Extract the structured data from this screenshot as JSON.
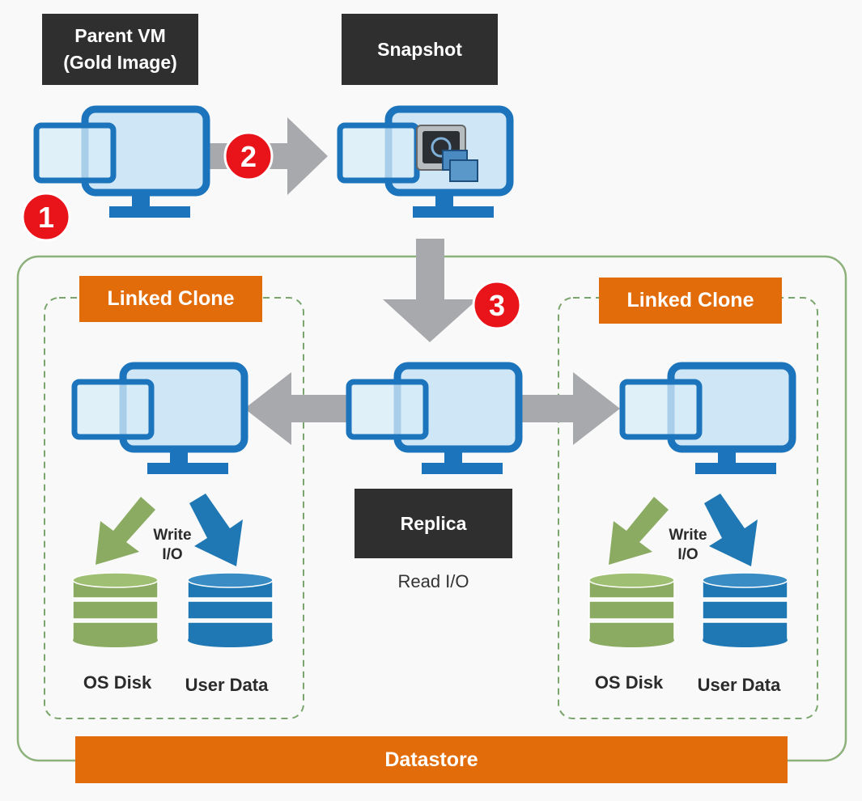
{
  "labels": {
    "parent_vm": "Parent VM",
    "gold_image": "(Gold Image)",
    "snapshot": "Snapshot",
    "replica": "Replica",
    "read_io": "Read I/O",
    "linked_clone_left": "Linked Clone",
    "linked_clone_right": "Linked Clone",
    "write_left": "Write",
    "io_left": "I/O",
    "write_right": "Write",
    "io_right": "I/O",
    "os_disk_left": "OS Disk",
    "user_data_left": "User Data",
    "os_disk_right": "OS Disk",
    "user_data_right": "User Data",
    "datastore": "Datastore"
  },
  "steps": [
    "1",
    "2",
    "3"
  ],
  "colors": {
    "dark_box": "#2f2f2f",
    "orange": "#e36c0a",
    "step_badge": "#e8141a",
    "monitor_blue": "#1c75bc",
    "screen_fill": "#cfe6f6",
    "arrow_gray": "#a7a9ac",
    "green_disk": "#8aab61",
    "blue_disk": "#1f78b4",
    "datastore_border": "#8db17a"
  }
}
